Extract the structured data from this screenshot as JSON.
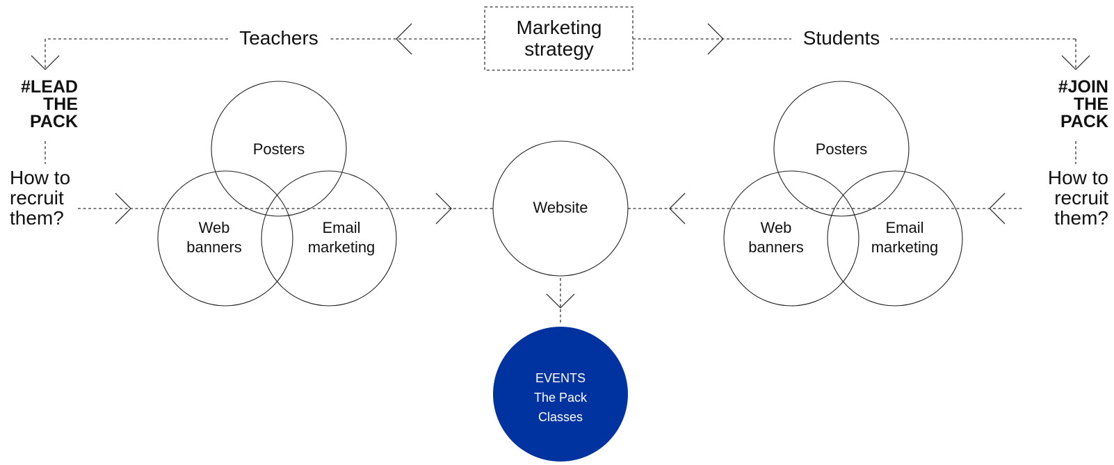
{
  "strategy": {
    "line1": "Marketing",
    "line2": "strategy"
  },
  "teachers": {
    "label": "Teachers",
    "hashtag": [
      "#LEAD",
      "THE",
      "PACK"
    ],
    "question": [
      "How to",
      "recruit",
      "them?"
    ],
    "venn": {
      "posters": "Posters",
      "web_banners": [
        "Web",
        "banners"
      ],
      "email_marketing": [
        "Email",
        "marketing"
      ]
    }
  },
  "students": {
    "label": "Students",
    "hashtag": [
      "#JOIN",
      "THE",
      "PACK"
    ],
    "question": [
      "How to",
      "recruit",
      "them?"
    ],
    "venn": {
      "posters": "Posters",
      "web_banners": [
        "Web",
        "banners"
      ],
      "email_marketing": [
        "Email",
        "marketing"
      ]
    }
  },
  "website": "Website",
  "events": [
    "EVENTS",
    "The Pack",
    "Classes"
  ],
  "colors": {
    "events_fill": "#0033A0",
    "line": "#333333"
  }
}
